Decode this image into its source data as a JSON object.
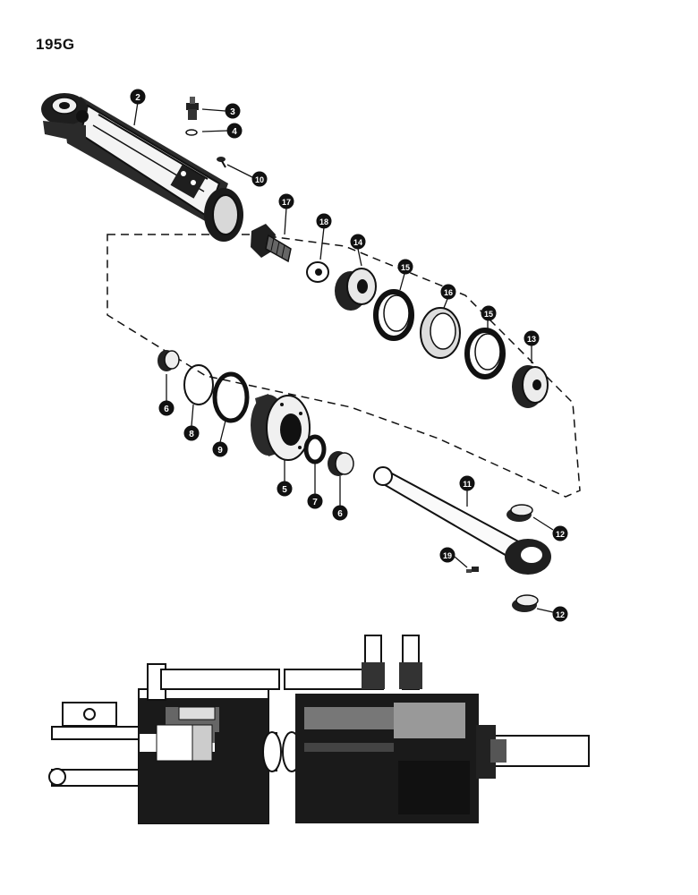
{
  "page_label": "195G",
  "callouts": [
    {
      "id": "c2",
      "label": "2"
    },
    {
      "id": "c3",
      "label": "3"
    },
    {
      "id": "c4",
      "label": "4"
    },
    {
      "id": "c10a",
      "label": "10"
    },
    {
      "id": "c17",
      "label": "17"
    },
    {
      "id": "c18",
      "label": "18"
    },
    {
      "id": "c14",
      "label": "14"
    },
    {
      "id": "c15a",
      "label": "15"
    },
    {
      "id": "c16",
      "label": "16"
    },
    {
      "id": "c15b",
      "label": "15"
    },
    {
      "id": "c13",
      "label": "13"
    },
    {
      "id": "c6a",
      "label": "6"
    },
    {
      "id": "c8",
      "label": "8"
    },
    {
      "id": "c9",
      "label": "9"
    },
    {
      "id": "c5",
      "label": "5"
    },
    {
      "id": "c7",
      "label": "7"
    },
    {
      "id": "c6b",
      "label": "6"
    },
    {
      "id": "c11",
      "label": "11"
    },
    {
      "id": "c12a",
      "label": "12"
    },
    {
      "id": "c19",
      "label": "19"
    },
    {
      "id": "c12b",
      "label": "12"
    }
  ]
}
